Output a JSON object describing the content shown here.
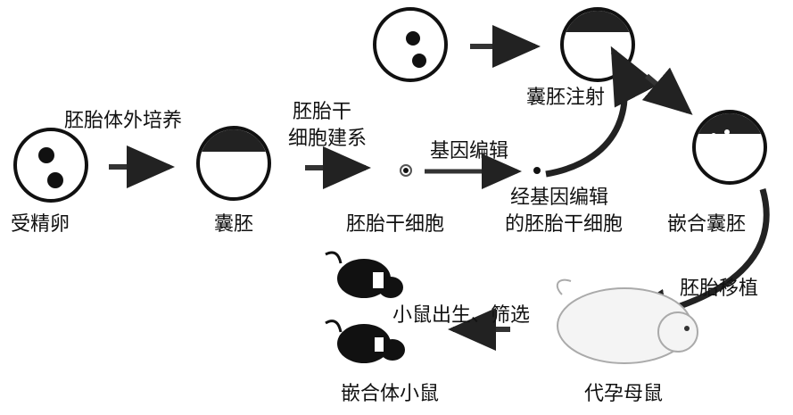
{
  "labels": {
    "fertilized_egg": "受精卵",
    "in_vitro_culture": "胚胎体外培养",
    "blastocyst": "囊胚",
    "es_line_1": "胚胎干",
    "es_line_2": "细胞建系",
    "es_cell": "胚胎干细胞",
    "gene_editing": "基因编辑",
    "edited_es_1": "经基因编辑",
    "edited_es_2": "的胚胎干细胞",
    "blastocyst_injection": "囊胚注射",
    "chimeric_blastocyst": "嵌合囊胚",
    "embryo_transfer": "胚胎移植",
    "surrogate_mouse": "代孕母鼠",
    "birth_screening": "小鼠出生、筛选",
    "chimeric_mouse": "嵌合体小鼠"
  },
  "colors": {
    "ink": "#111111",
    "arrow_fill": "#bbbbbb"
  }
}
